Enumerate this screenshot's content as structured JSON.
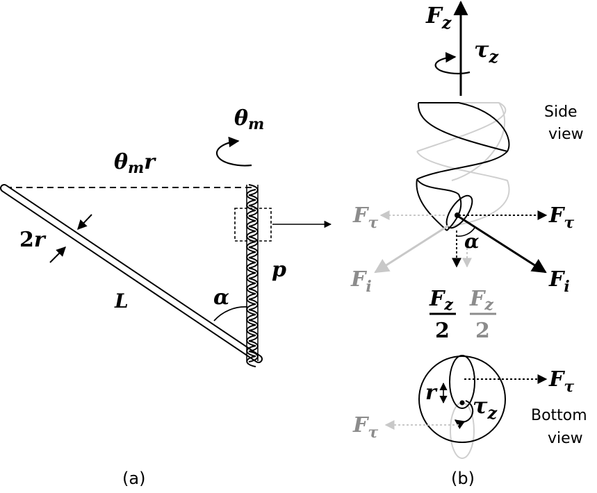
{
  "panel_a": {
    "caption": "(a)",
    "theta": "θ",
    "m": "m",
    "r": "r",
    "two": "2",
    "L": "L",
    "alpha": "α",
    "p": "p"
  },
  "panel_b": {
    "caption": "(b)",
    "F": "F",
    "z": "z",
    "tau": "τ",
    "i": "i",
    "two": "2",
    "alpha": "α",
    "r": "r",
    "side_view": [
      "Side",
      "view"
    ],
    "bottom_view": [
      "Bottom",
      "view"
    ]
  },
  "colors": {
    "dark": "#000000",
    "ghost": "#8c8c8c",
    "ghost_line": "#c8c8c8"
  }
}
